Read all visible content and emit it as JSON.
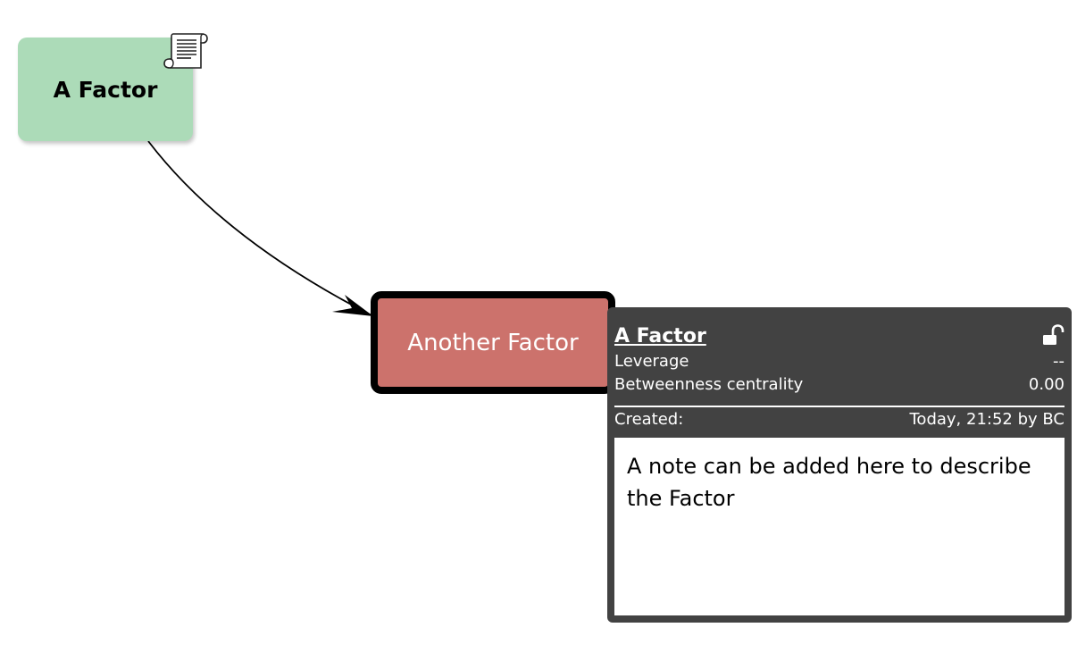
{
  "nodes": {
    "a_factor": {
      "label": "A Factor",
      "color": "#acdbb8"
    },
    "another_factor": {
      "label": "Another Factor",
      "color": "#cc726c"
    }
  },
  "edge": {
    "from": "A Factor",
    "to": "Another Factor"
  },
  "icons": {
    "note": "scroll-note-icon",
    "lock": "unlocked-padlock-icon"
  },
  "panel": {
    "title": "A Factor",
    "stats": [
      {
        "label": "Leverage",
        "value": "--"
      },
      {
        "label": "Betweenness centrality",
        "value": "0.00"
      }
    ],
    "created_label": "Created:",
    "created_value": "Today, 21:52 by BC",
    "note": "A note can be added here to describe the Factor",
    "background": "#424242"
  }
}
